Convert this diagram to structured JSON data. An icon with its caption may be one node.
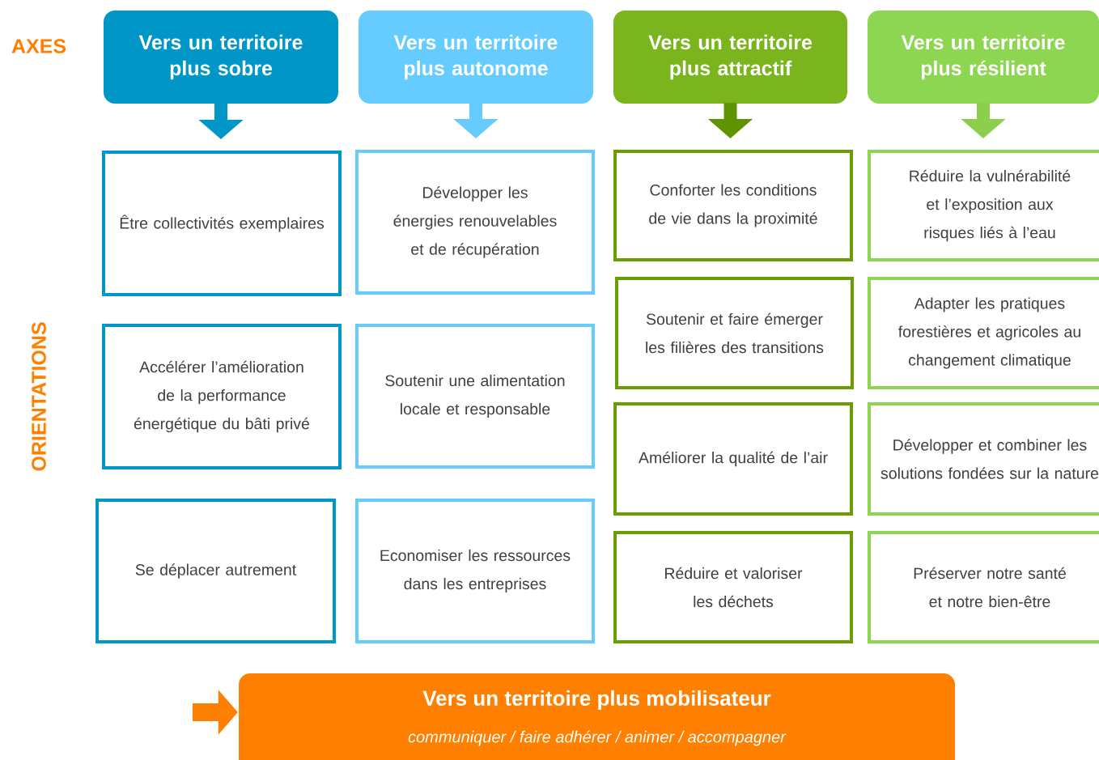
{
  "diagram": {
    "nodes": [
      {
        "text": [
          "Vers un territoire plus sobre"
        ]
      },
      {
        "text": [
          "Vers un territoire plus autonome"
        ]
      },
      {
        "text": [
          "Vers un territoire plus attractif"
        ]
      },
      {
        "text": [
          "Vers un territoire plus résilient"
        ]
      },
      {
        "text": [
          "Être collectivités exemplaires"
        ]
      },
      {
        "text": [
          "Accélérer l’amélioration de la performance énergétique du bâti privé"
        ]
      },
      {
        "text": [
          "Se déplacer autrement"
        ]
      },
      {
        "text": [
          "Développer les énergies renouvelables et de récupération"
        ]
      },
      {
        "text": [
          "Soutenir une alimentation locale et responsable"
        ]
      },
      {
        "text": [
          "Economiser les ressources dans les entreprises"
        ]
      },
      {
        "text": [
          "Conforter les conditions de vie dans la proximité"
        ]
      },
      {
        "text": [
          "Soutenir et faire émerger les filières des transitions"
        ]
      },
      {
        "text": [
          "Améliorer la qualité de l’air"
        ]
      },
      {
        "text": [
          "Réduire et valoriser les déchets"
        ]
      },
      {
        "text": [
          "Réduire la vulnérabilité et l’exposition aux risques liés à l’eau"
        ]
      },
      {
        "text": [
          "Adapter les pratiques forestières et agricoles au changement climatique"
        ]
      },
      {
        "text": [
          "Développer et combiner les solutions fondées sur la nature"
        ]
      },
      {
        "text": [
          "Préserver notre santé et notre bien-être"
        ]
      },
      {
        "text": [
          "Vers un territoire plus mobilisateur",
          "communiquer / faire adhérer / animer / accompagner"
        ]
      }
    ],
    "edges": [
      {
        "from": 0,
        "to": 4,
        "arrow": "to",
        "color": "#0096c8"
      },
      {
        "from": 1,
        "to": 7,
        "arrow": "to",
        "color": "#66ccff"
      },
      {
        "from": 2,
        "to": 10,
        "arrow": "to",
        "color": "#5e9400"
      },
      {
        "from": 3,
        "to": 14,
        "arrow": "to",
        "color": "#8ccf4d"
      },
      {
        "from": null,
        "to": 18,
        "arrow": "to",
        "color": "#ff7f00"
      }
    ],
    "labels": [
      "AXES",
      "ORIENTATIONS"
    ]
  }
}
